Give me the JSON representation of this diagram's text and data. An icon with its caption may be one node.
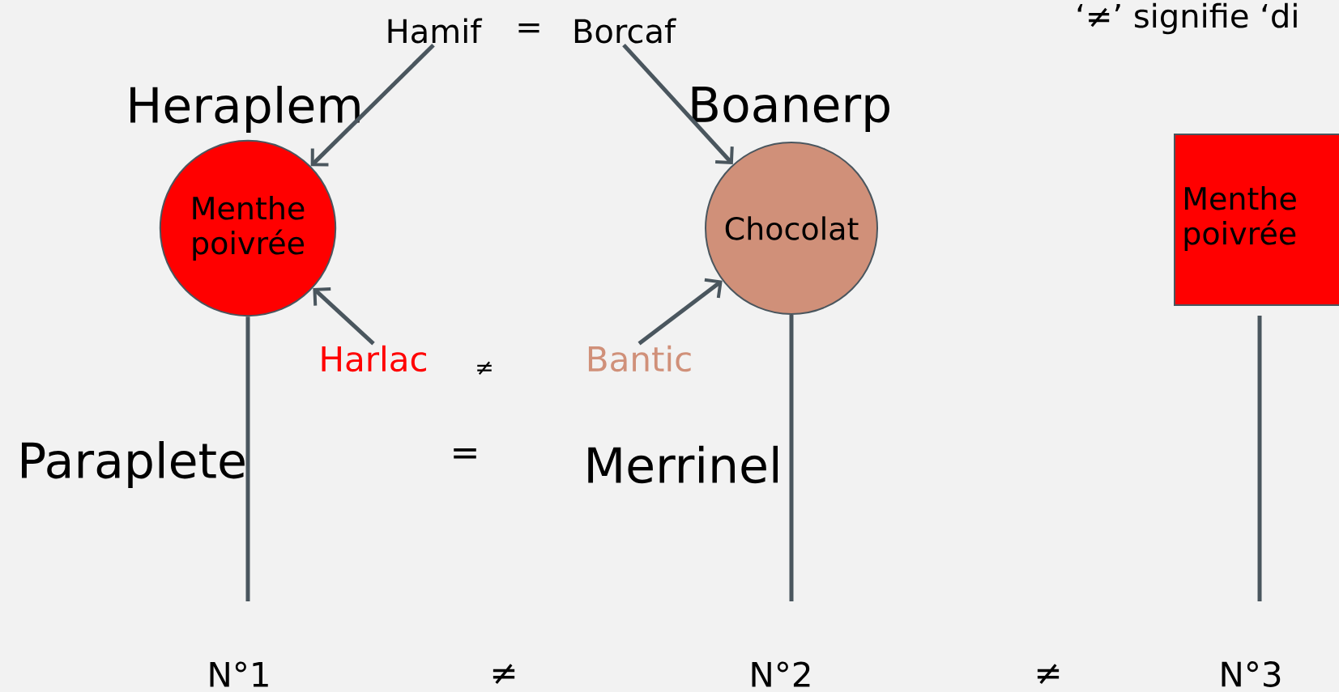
{
  "diagram": {
    "nodes": [
      {
        "text": [
          "Hamif"
        ]
      },
      {
        "text": [
          "Borcaf"
        ]
      },
      {
        "text": [
          "Heraplem",
          "Menthe poivrée"
        ]
      },
      {
        "text": [
          "Boanerp",
          "Chocolat"
        ]
      },
      {
        "text": [
          "Menthe poivrée"
        ]
      },
      {
        "text": [
          "Harlac"
        ]
      },
      {
        "text": [
          "Bantic"
        ]
      }
    ],
    "edges": [
      {
        "from": 0,
        "to": 2,
        "arrow": "to"
      },
      {
        "from": 1,
        "to": 3,
        "arrow": "to"
      },
      {
        "from": 5,
        "to": 2,
        "arrow": "to"
      },
      {
        "from": 6,
        "to": 3,
        "arrow": "to"
      },
      {
        "from": 2,
        "to": null,
        "arrow": "none"
      },
      {
        "from": 3,
        "to": null,
        "arrow": "none"
      },
      {
        "from": 4,
        "to": null,
        "arrow": "none"
      }
    ],
    "labels": [
      "=",
      "‘≠’ signifie ‘di",
      "≠",
      "Paraplete",
      "=",
      "Merrinel",
      "N°1",
      "≠",
      "N°2",
      "≠",
      "N°3"
    ]
  }
}
